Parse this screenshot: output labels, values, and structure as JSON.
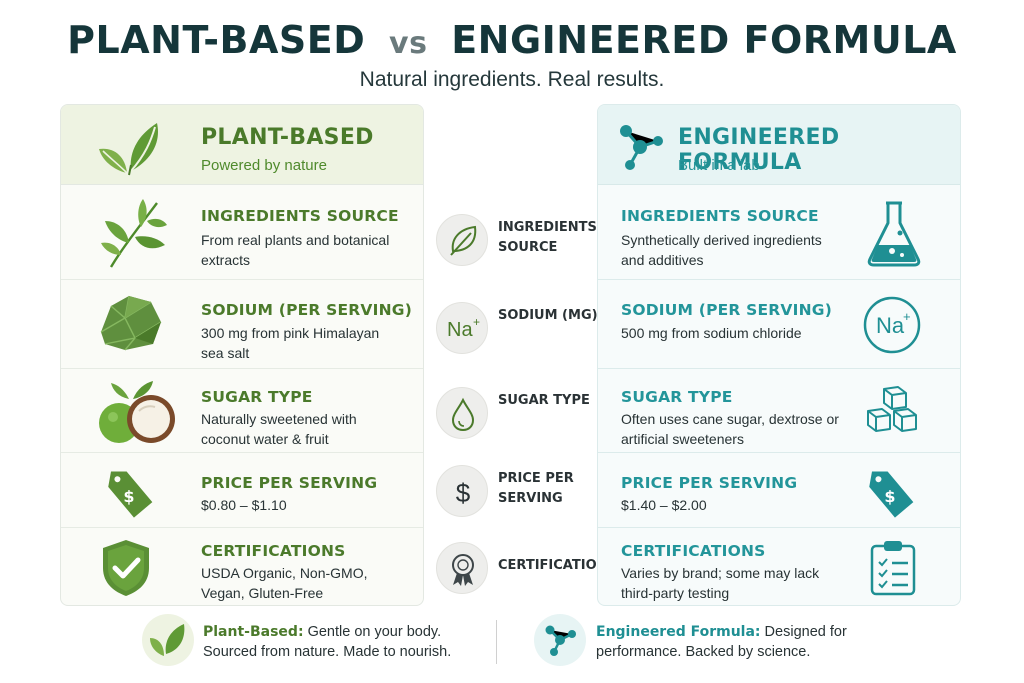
{
  "header": {
    "title_left": "PLANT-BASED",
    "title_vs": "vs",
    "title_right": "ENGINEERED FORMULA",
    "subtitle": "Natural ingredients. Real results."
  },
  "colors": {
    "plant_accent": "#4b7a2b",
    "lab_accent": "#23959a",
    "title": "#15363a"
  },
  "plant": {
    "title": "PLANT-BASED",
    "subtitle": "Powered by nature",
    "icon": "leaves-icon",
    "rows": [
      {
        "label": "INGREDIENTS SOURCE",
        "text": "From real plants and botanical extracts",
        "icon": "plant-sprig-icon"
      },
      {
        "label": "SODIUM (PER SERVING)",
        "text": "300 mg from pink Himalayan sea salt",
        "icon": "salt-rock-icon"
      },
      {
        "label": "SUGAR TYPE",
        "text": "Naturally sweetened with coconut water & fruit",
        "icon": "coconut-icon"
      },
      {
        "label": "PRICE PER SERVING",
        "text": "$0.80 – $1.10",
        "icon": "price-tag-icon"
      },
      {
        "label": "CERTIFICATIONS",
        "text": "USDA Organic, Non-GMO, Vegan, Gluten-Free",
        "icon": "shield-check-icon"
      }
    ]
  },
  "engineered": {
    "title": "ENGINEERED FORMULA",
    "subtitle": "Built in a lab",
    "icon": "molecule-icon",
    "rows": [
      {
        "label": "INGREDIENTS SOURCE",
        "text": "Synthetically derived ingredients and additives",
        "icon": "flask-icon"
      },
      {
        "label": "SODIUM (PER SERVING)",
        "text": "500 mg from sodium chloride",
        "icon": "sodium-icon"
      },
      {
        "label": "SUGAR TYPE",
        "text": "Often uses cane sugar, dextrose or artificial sweeteners",
        "icon": "sugar-cubes-icon"
      },
      {
        "label": "PRICE PER SERVING",
        "text": "$1.40 – $2.00",
        "icon": "price-tag-icon"
      },
      {
        "label": "CERTIFICATIONS",
        "text": "Varies by brand; some may lack third-party testing",
        "icon": "clipboard-icon"
      }
    ]
  },
  "middle": [
    {
      "label": "INGREDIENTS SOURCE",
      "icon": "leaf-icon"
    },
    {
      "label": "SODIUM (MG)",
      "icon_text": "Na+",
      "icon": "sodium-icon"
    },
    {
      "label": "SUGAR TYPE",
      "icon": "drop-icon"
    },
    {
      "label": "PRICE PER SERVING",
      "icon_text": "$",
      "icon": "dollar-icon"
    },
    {
      "label": "CERTIFICATIONS",
      "icon": "award-icon"
    }
  ],
  "icon_text": {
    "sodium_symbol": "Na",
    "sodium_charge": "+",
    "dollar": "$"
  },
  "footer": {
    "plant_bold": "Plant-Based:",
    "plant_line1": " Gentle on your body.",
    "plant_line2": "Sourced from nature. Made to nourish.",
    "lab_bold": "Engineered Formula:",
    "lab_line1": " Designed for",
    "lab_line2": "performance. Backed by science."
  }
}
